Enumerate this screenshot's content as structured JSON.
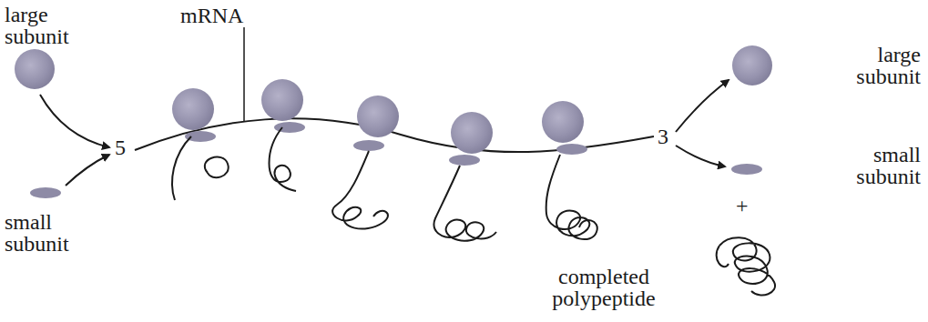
{
  "diagram": {
    "labels": [
      "large subunit",
      "mRNA",
      "5",
      "small subunit",
      "large subunit",
      "3",
      "small subunit",
      "+",
      "completed polypeptide"
    ]
  }
}
